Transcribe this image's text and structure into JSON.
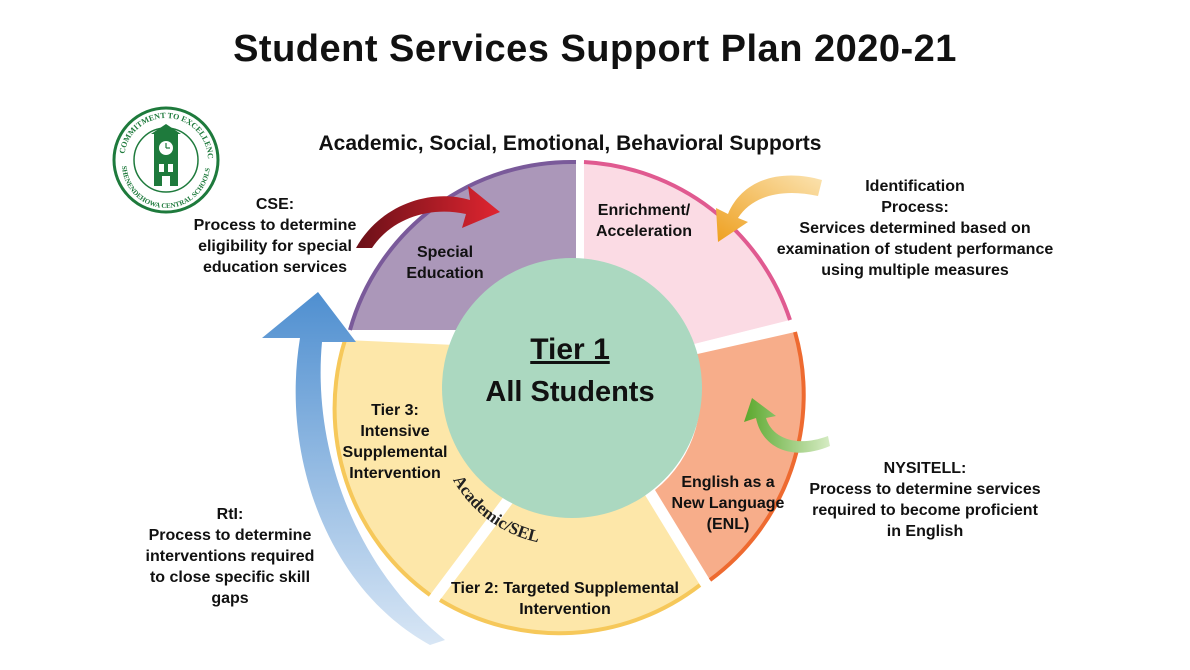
{
  "title": "Student Services Support Plan 2020-21",
  "subtitle": "Academic, Social, Emotional, Behavioral Supports",
  "center": {
    "tier": "Tier 1",
    "label": "All Students"
  },
  "segments": {
    "special_education": [
      "Special",
      "Education"
    ],
    "enrichment": [
      "Enrichment/",
      "Acceleration"
    ],
    "enl": [
      "English as a",
      "New Language",
      "(ENL)"
    ],
    "tier2": [
      "Tier 2: Targeted Supplemental",
      "Intervention"
    ],
    "tier3": [
      "Tier 3:",
      "Intensive",
      "Supplemental",
      "Intervention"
    ],
    "arc_label": "Academic/SEL"
  },
  "notes": {
    "cse": [
      "CSE:",
      "Process to determine",
      "eligibility for special",
      "education services"
    ],
    "identification": [
      "Identification",
      "Process:",
      "Services determined based on",
      "examination of student performance",
      "using multiple measures"
    ],
    "nysitell": [
      "NYSITELL:",
      "Process to determine  services",
      "required to become proficient",
      "in English"
    ],
    "rti": [
      "RtI:",
      "Process to determine",
      "interventions required",
      "to close specific skill",
      "gaps"
    ]
  },
  "logo": {
    "top_text": "COMMITMENT TO EXCELLENCE",
    "bottom_text": "SHENENDEHOWA CENTRAL SCHOOLS"
  },
  "colors": {
    "special_education": "#ab97b9",
    "special_education_edge": "#7a5a9a",
    "enrichment": "#fbdbe4",
    "enrichment_edge": "#e05a90",
    "enl": "#f7ad8a",
    "enl_edge": "#ee6a30",
    "tier": "#fde7a9",
    "tier_edge": "#f6c85a",
    "center": "#abd8c0",
    "arrow_red": "#b3232b",
    "arrow_orange": "#f0a530",
    "arrow_green": "#6cb33f",
    "arrow_blue": "#6a9fd6",
    "logo_green": "#1e7a3c"
  }
}
